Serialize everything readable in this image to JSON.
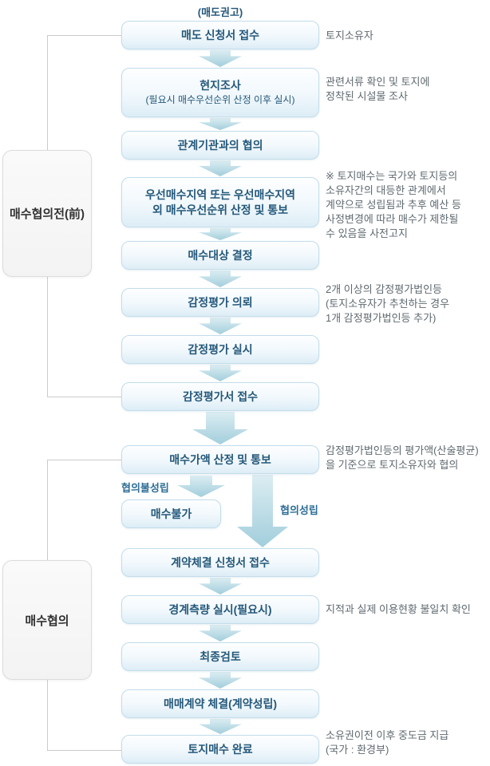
{
  "colors": {
    "box_border": "#c3ddeb",
    "box_fill_top": "#fdfeff",
    "box_fill_bottom": "#ddedf6",
    "box_text": "#24587a",
    "arrow_top": "#dcedf2",
    "arrow_bottom": "#a2cedc",
    "branch_label_text": "#2e6e96",
    "note_text": "#5f6a70",
    "group_fill": "#f8f8f8",
    "group_border": "#dcdcdc",
    "group_text": "#333333",
    "bracket_line": "#cbcbcb"
  },
  "flow": {
    "top_label": "(매도권고)",
    "groups": [
      {
        "label": "매수협의전(前)"
      },
      {
        "label": "매수협의"
      }
    ],
    "steps": [
      {
        "label": "매도 신청서 접수",
        "note": "토지소유자"
      },
      {
        "label": "현지조사",
        "sublabel": "(필요시 매수우선순위 산정 이후 실시)",
        "note": "관련서류 확인 및 토지에\n정착된 시설물 조사"
      },
      {
        "label": "관계기관과의 협의"
      },
      {
        "label": "우선매수지역 또는 우선매수지역",
        "label2": "외 매수우선순위 산정 및 통보",
        "note": "※ 토지매수는 국가와 토지등의\n소유자간의 대등한 관계에서\n계약으로 성립됨과 추후 예산 등\n사정변경에 따라 매수가 제한될\n수 있음을 사전고지"
      },
      {
        "label": "매수대상 결정"
      },
      {
        "label": "감정평가 의뢰",
        "note": "2개 이상의 감정평가법인등\n(토지소유자가 추천하는 경우\n1개 감정평가법인등 추가)"
      },
      {
        "label": "감정평가 실시"
      },
      {
        "label": "감정평가서 접수"
      },
      {
        "label": "매수가액 산정 및 통보",
        "note": "감정평가법인등의 평가액(산술평균)\n을 기준으로 토지소유자와 협의"
      },
      {
        "label": "계약체결 신청서 접수"
      },
      {
        "label": "경계측량 실시(필요시)",
        "note": "지적과 실제 이용현황 불일치 확인"
      },
      {
        "label": "최종검토"
      },
      {
        "label": "매매계약 체결(계약성립)"
      },
      {
        "label": "토지매수 완료",
        "note": "소유권이전 이후 중도금 지급\n(국가 : 환경부)"
      }
    ],
    "branch": {
      "fail_label": "협의불성립",
      "fail_box_label": "매수불가",
      "success_label": "협의성립"
    }
  }
}
